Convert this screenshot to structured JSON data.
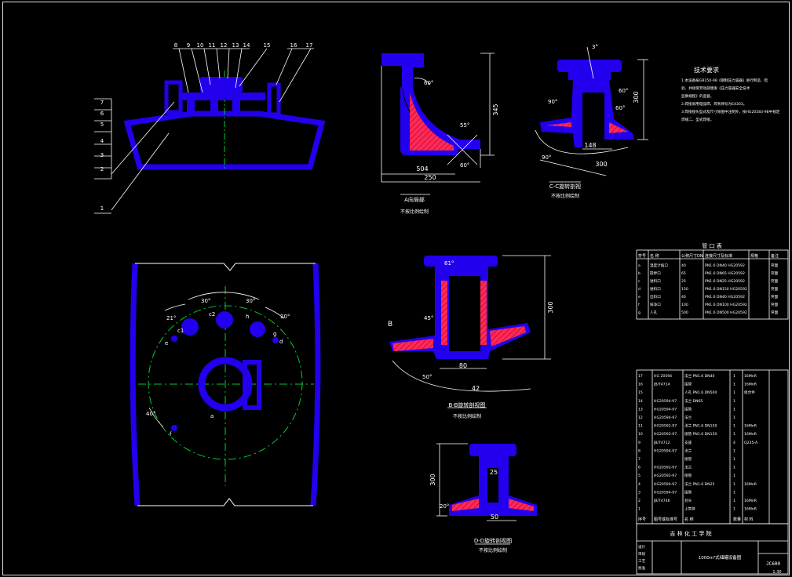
{
  "colors": {
    "background": "#000000",
    "body": "#2200ee",
    "body_edge": "#6f4cff",
    "section_fill": "#ff2a55",
    "dimension": "#ffffff",
    "centerline": "#00cc33"
  },
  "icons": {
    "leader": "leader-line-icon",
    "hatch": "section-hatch-icon"
  },
  "balloon_numbers": {
    "top": [
      "8",
      "9",
      "10",
      "11",
      "12",
      "13",
      "14",
      "15",
      "16",
      "17"
    ],
    "left": [
      "7",
      "6",
      "5",
      "4",
      "3",
      "2",
      "1"
    ]
  },
  "plan_view": {
    "angles": [
      "30°",
      "30°",
      "20°",
      "21°",
      "20°",
      "40°"
    ],
    "nozzle_marks": [
      "e",
      "c1",
      "c2",
      "h",
      "g",
      "d",
      "f",
      "a"
    ]
  },
  "section_view_1": {
    "dims": [
      "345",
      "504",
      "250"
    ],
    "angles": [
      "60°",
      "55°",
      "60°"
    ],
    "caption": "A向局部",
    "subcaption": "不按比例绘制"
  },
  "section_view_2": {
    "dims": [
      "300",
      "148",
      "300"
    ],
    "angles": [
      "3°",
      "60°",
      "60°",
      "90°",
      "90°"
    ],
    "caption": "C-C旋转剖视",
    "subcaption": "不按比例绘制"
  },
  "section_view_3": {
    "dims": [
      "300",
      "80",
      "42"
    ],
    "angles": [
      "61°",
      "45°",
      "50°"
    ],
    "label": "B",
    "caption": "B-B旋转剖视图",
    "subcaption": "不按比例绘制"
  },
  "section_view_4": {
    "dims": [
      "300",
      "25",
      "50"
    ],
    "angles": [
      "20°"
    ],
    "caption": "D-D旋转剖视图",
    "subcaption": "不按比例绘制"
  },
  "tech_notes": {
    "title": "技术要求",
    "lines": [
      "1.本设备按GB150-98《钢制压力容器》进行制造、检",
      "验、并接受劳动部颁发《压力容器安全技术",
      "监察规程》的监督。",
      "2.焊接采用电弧焊，焊条牌号为E4303。",
      "3.焊接接头型式及尺寸除图中注明外，按HG20583-98中规定",
      "焊缝二、型式焊接。"
    ]
  },
  "nozzle_table": {
    "title": "管 口 表",
    "headers": [
      "符号",
      "名 称",
      "公称尺寸DN",
      "连接尺寸及标准",
      "规格",
      "备注"
    ],
    "rows": [
      [
        "a",
        "温度计插口",
        "40",
        "PN1.6 DN40 HG20592",
        "",
        "突面"
      ],
      [
        "b",
        "搅拌口",
        "65",
        "PN1.6 DN65 HG20592",
        "",
        "突面"
      ],
      [
        "c",
        "进料口",
        "25",
        "PN1.6 DN25 HG20592",
        "",
        "突面"
      ],
      [
        "d",
        "进料口",
        "150",
        "PN1.6 DN150 HG20592",
        "",
        "突面"
      ],
      [
        "e",
        "出料口",
        "40",
        "PN1.6 DN40 HG20592",
        "",
        "突面"
      ],
      [
        "f",
        "排净口",
        "100",
        "PN1.6 DN100 HG20592",
        "",
        "突面"
      ],
      [
        "g",
        "人孔",
        "500",
        "PN1.6 DN500 HG20592",
        "",
        "突面"
      ]
    ]
  },
  "parts_list": {
    "rows": [
      [
        "17",
        "HG 20594",
        "法兰 PN1.6 DN40",
        "1",
        "16MnR",
        "",
        ""
      ],
      [
        "16",
        "JB/T4714",
        "接管",
        "1",
        "16MnR",
        "",
        ""
      ],
      [
        "15",
        "",
        "人孔 PN1.6 DN500",
        "1",
        "组合件",
        "",
        ""
      ],
      [
        "14",
        "HG20594-97",
        "法兰 DN65",
        "1",
        "",
        "",
        ""
      ],
      [
        "13",
        "HG20594-97",
        "接管",
        "1",
        "",
        "",
        ""
      ],
      [
        "12",
        "HG20594-97",
        "法兰",
        "1",
        "",
        "",
        ""
      ],
      [
        "11",
        "HG20592-97",
        "法兰 PN1.6 DN150",
        "1",
        "16MnR",
        "",
        ""
      ],
      [
        "10",
        "HG20592-97",
        "接管 PN1.6 DN150",
        "1",
        "16MnR",
        "",
        ""
      ],
      [
        "9",
        "JB/T4712",
        "支座",
        "4",
        "Q235-A",
        "",
        ""
      ],
      [
        "8",
        "HG20594-97",
        "法兰",
        "1",
        "",
        "",
        ""
      ],
      [
        "7",
        "",
        "接管",
        "1",
        "",
        "",
        ""
      ],
      [
        "6",
        "HG20592-97",
        "法兰",
        "1",
        "",
        "",
        ""
      ],
      [
        "5",
        "HG20592-97",
        "接管",
        "1",
        "",
        "",
        ""
      ],
      [
        "4",
        "HG20594-97",
        "法兰 PN1.6 DN25",
        "1",
        "16MnR",
        "",
        ""
      ],
      [
        "3",
        "HG20594-97",
        "接管",
        "1",
        "",
        "",
        ""
      ],
      [
        "2",
        "JB/T4746",
        "封头",
        "1",
        "16MnR",
        "",
        ""
      ],
      [
        "1",
        "",
        "上筒体",
        "1",
        "16MnR",
        "",
        ""
      ]
    ],
    "footer_headers": [
      "序号",
      "图号或标准号",
      "名 称",
      "数量",
      "材 料",
      "",
      ""
    ]
  },
  "title_block": {
    "institution": "吉 林 化 工 学 院",
    "drawing_name": "1000m³式储罐设备图",
    "drawing_no": "JC600",
    "fields": [
      "设计",
      "审核",
      "工艺",
      "批准"
    ],
    "scale": "1:30"
  }
}
